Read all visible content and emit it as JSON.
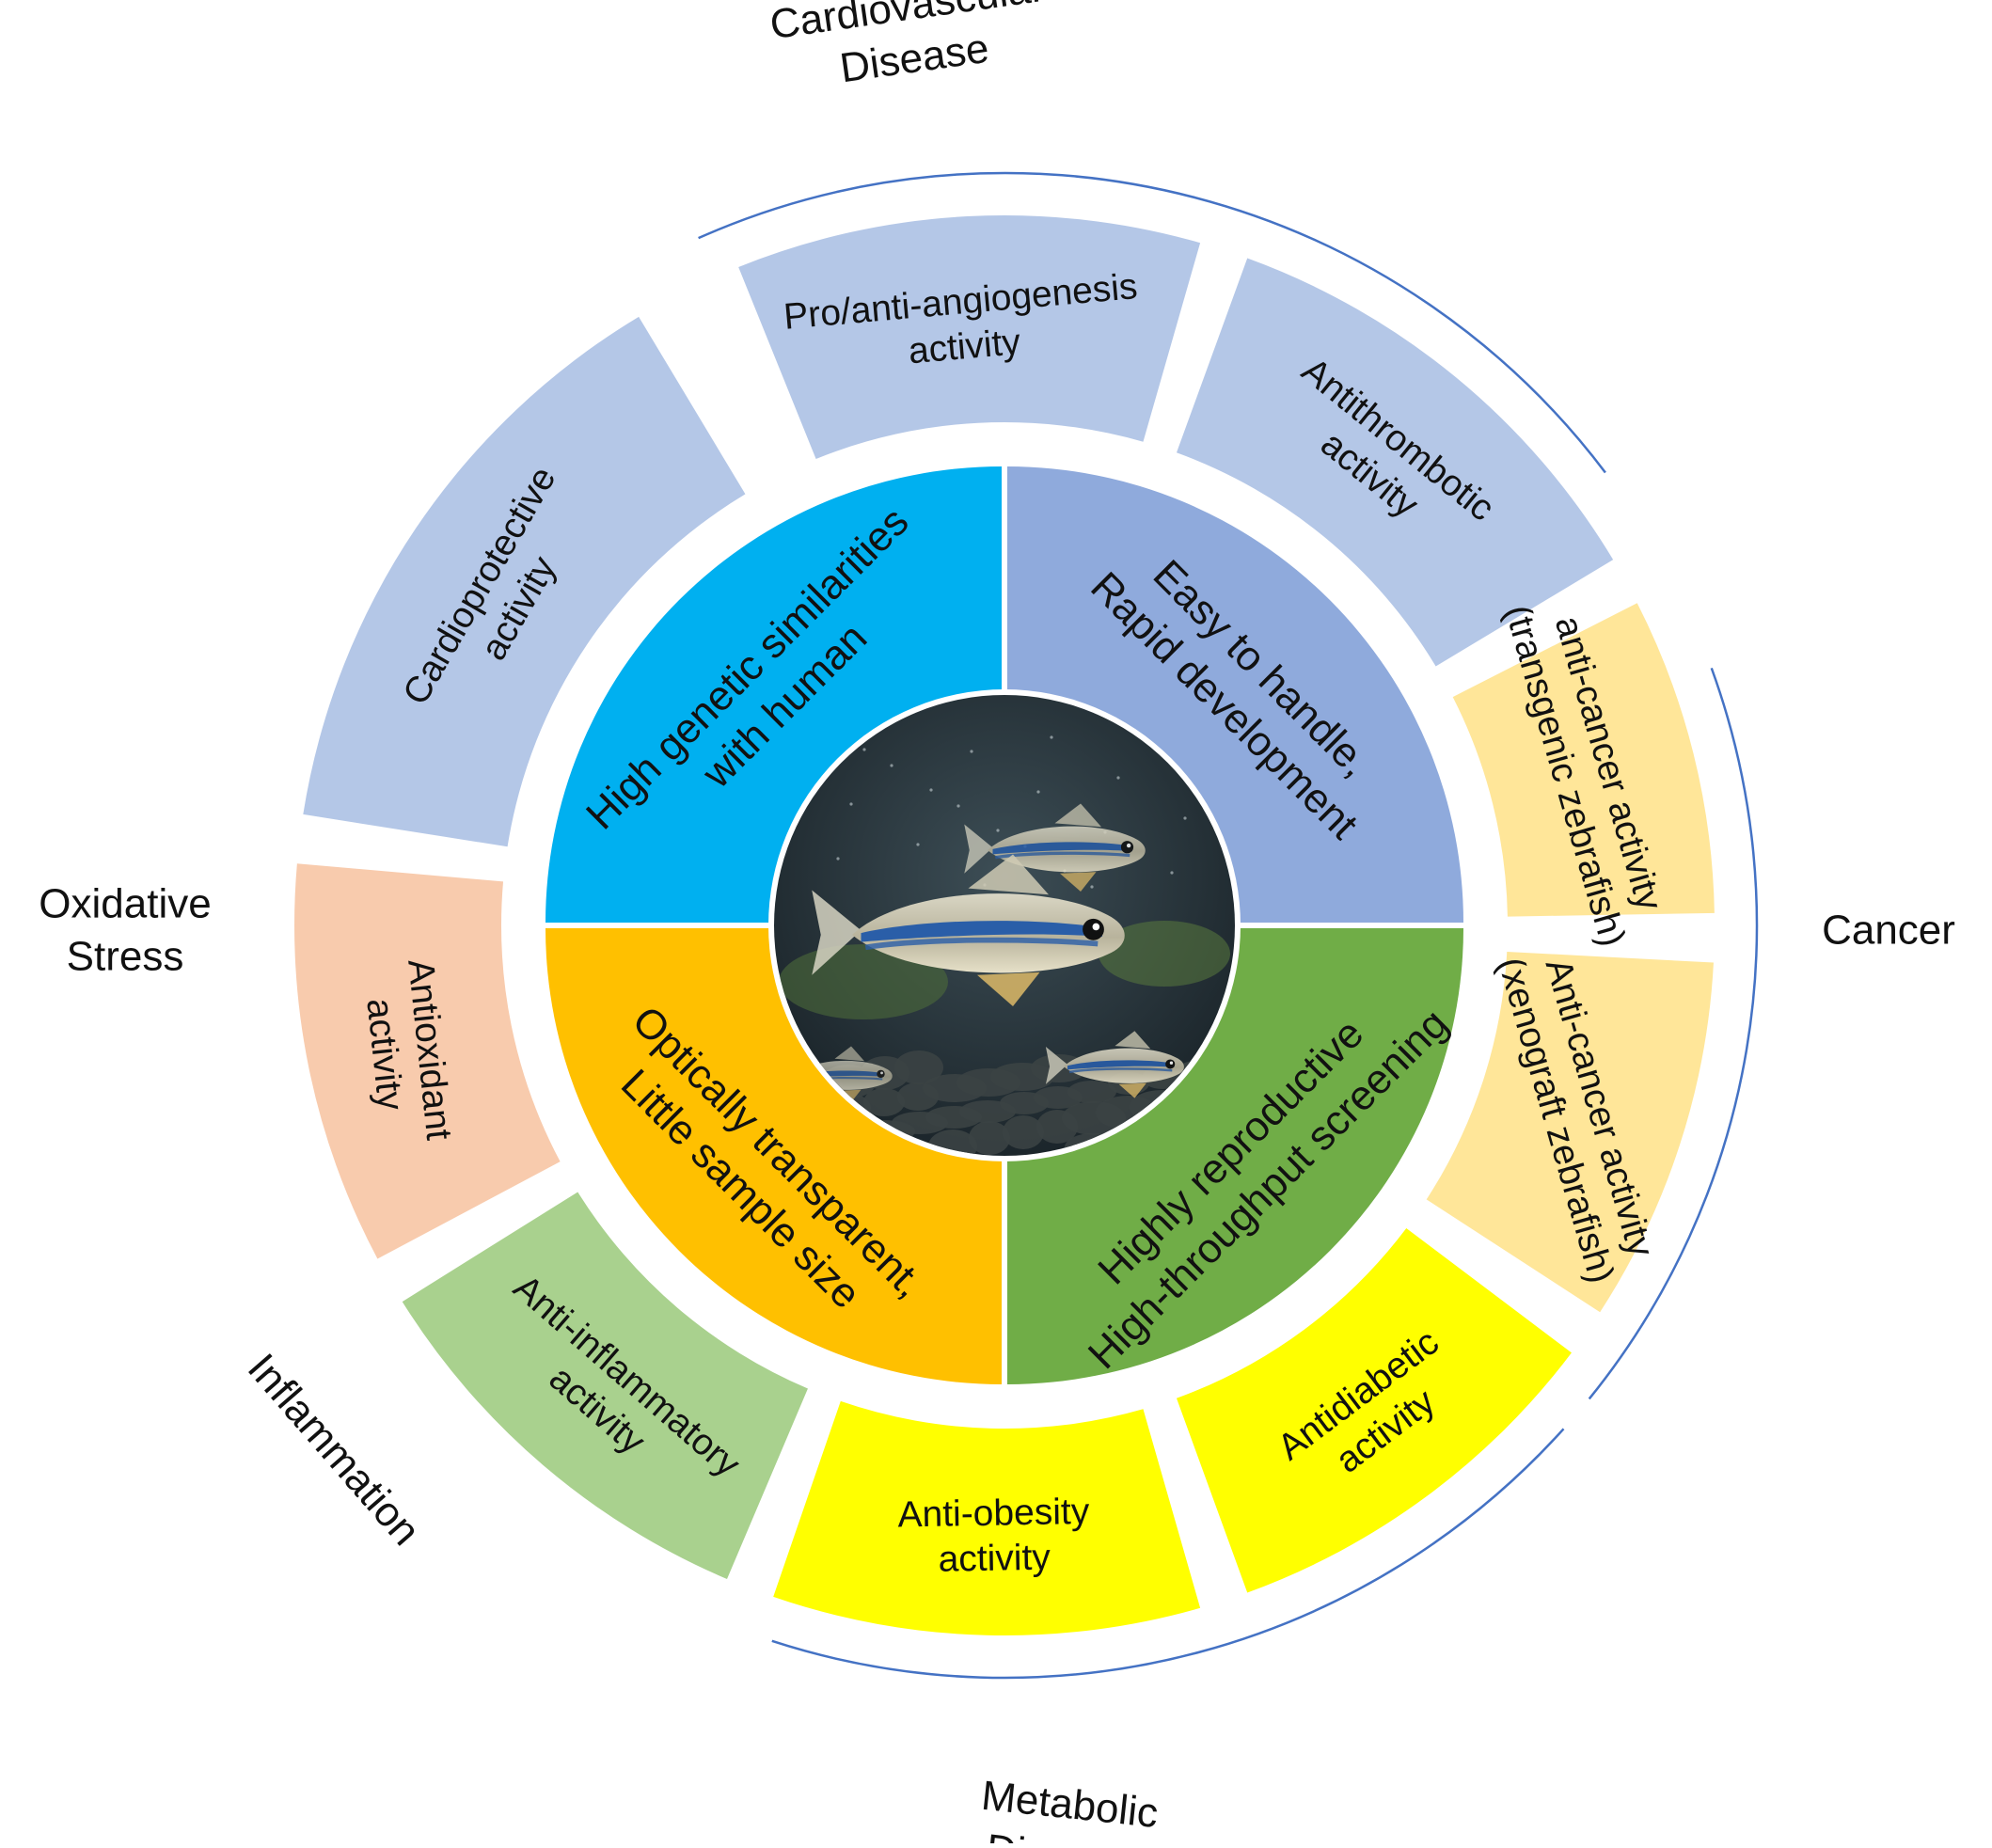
{
  "center_image": {
    "icon": "zebrafish-photo",
    "water_color": "#24323a",
    "fish_body_color": "#c9c6b3",
    "stripe_color": "#2a5ea8",
    "gravel_color": "#3b4244"
  },
  "quadrants": [
    {
      "id": "genetic",
      "lines": [
        "High genetic similarities",
        "with human"
      ],
      "color": "#00b0f0"
    },
    {
      "id": "handle",
      "lines": [
        "Easy to handle,",
        "Rapid development"
      ],
      "color": "#8faadc"
    },
    {
      "id": "reproductive",
      "lines": [
        "Highly reproductive",
        "High-throughput screening"
      ],
      "color": "#70ad47"
    },
    {
      "id": "transparent",
      "lines": [
        "Optically transparent,",
        "Little sample size"
      ],
      "color": "#ffc000"
    }
  ],
  "segments": [
    {
      "id": "pro-anti-angiogenesis",
      "lines": [
        "Pro/anti-angiogenesis",
        "activity"
      ],
      "color": "#b4c7e7"
    },
    {
      "id": "antithrombotic",
      "lines": [
        "Antithrombotic",
        "activity"
      ],
      "color": "#b4c7e7"
    },
    {
      "id": "anti-cancer-transgenic",
      "lines": [
        "anti-cancer activity",
        "(transgenic zebrafish)"
      ],
      "color": "#ffe699"
    },
    {
      "id": "anti-cancer-xenograft",
      "lines": [
        "Anti-cancer activity",
        "(xenograft zebrafish)"
      ],
      "color": "#ffe699"
    },
    {
      "id": "antidiabetic",
      "lines": [
        "Antidiabetic",
        "activity"
      ],
      "color": "#ffff00"
    },
    {
      "id": "anti-obesity",
      "lines": [
        "Anti-obesity",
        "activity"
      ],
      "color": "#ffff00"
    },
    {
      "id": "anti-inflammatory",
      "lines": [
        "Anti-inflammatory",
        "activity"
      ],
      "color": "#a9d18e"
    },
    {
      "id": "antioxidant",
      "lines": [
        "Antioxidant",
        "activity"
      ],
      "color": "#f8cbad"
    },
    {
      "id": "cardioprotective",
      "lines": [
        "Cardioprotective",
        "activity"
      ],
      "color": "#b4c7e7"
    }
  ],
  "categories": [
    {
      "id": "cardiovascular",
      "lines": [
        "Cardiovascular",
        "Disease"
      ]
    },
    {
      "id": "cancer",
      "lines": [
        "Cancer"
      ]
    },
    {
      "id": "metabolic",
      "lines": [
        "Metabolic",
        "Disorder"
      ]
    },
    {
      "id": "inflammation",
      "lines": [
        "Inflammation"
      ]
    },
    {
      "id": "oxidative",
      "lines": [
        "Oxidative",
        "Stress"
      ]
    }
  ],
  "bracket_color": "#4472c4"
}
